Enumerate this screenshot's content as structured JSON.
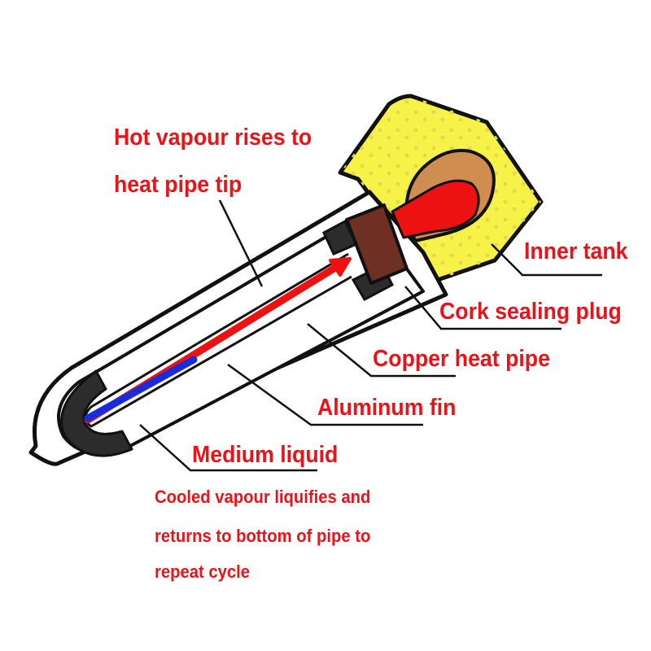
{
  "labels": {
    "hot_vapour_line1": "Hot vapour rises to",
    "hot_vapour_line2": "heat pipe tip",
    "inner_tank": "Inner tank",
    "cork_sealing_plug": "Cork sealing plug",
    "copper_heat_pipe": "Copper heat pipe",
    "aluminum_fin": "Aluminum fin",
    "medium_liquid": "Medium liquid",
    "cooled_line1": "Cooled vapour liquifies and",
    "cooled_line2": "returns to bottom of pipe to",
    "cooled_line3": "repeat cycle"
  },
  "colors": {
    "label_text": "#e8141a",
    "outline": "#111111",
    "tank_fill": "#f7f247",
    "tank_dots": "#e8d64a",
    "hot_arrow": "#ee1111",
    "cold_arrow": "#1a2bdc",
    "cork": "#6e3022",
    "dark_block": "#2c2c2c",
    "bulb_ring": "#cf8e50",
    "bulb_fill": "#ee1111"
  }
}
